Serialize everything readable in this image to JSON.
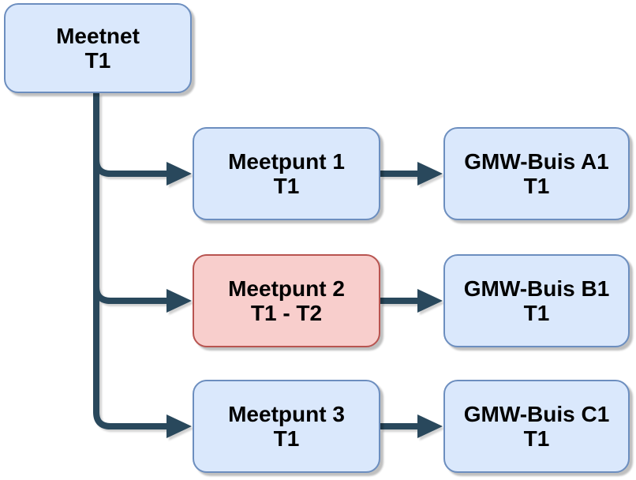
{
  "diagram": {
    "background": "#ffffff",
    "nodes": {
      "meetnet": {
        "line1": "Meetnet",
        "line2": "T1",
        "variant": "blue"
      },
      "meetpunt1": {
        "line1": "Meetpunt 1",
        "line2": "T1",
        "variant": "blue"
      },
      "meetpunt2": {
        "line1": "Meetpunt 2",
        "line2": "T1 - T2",
        "variant": "red"
      },
      "meetpunt3": {
        "line1": "Meetpunt 3",
        "line2": "T1",
        "variant": "blue"
      },
      "gmw_a1": {
        "line1": "GMW-Buis A1",
        "line2": "T1",
        "variant": "blue"
      },
      "gmw_b1": {
        "line1": "GMW-Buis B1",
        "line2": "T1",
        "variant": "blue"
      },
      "gmw_c1": {
        "line1": "GMW-Buis C1",
        "line2": "T1",
        "variant": "blue"
      }
    },
    "edges": [
      {
        "from": "meetnet",
        "to": "meetpunt1"
      },
      {
        "from": "meetnet",
        "to": "meetpunt2"
      },
      {
        "from": "meetnet",
        "to": "meetpunt3"
      },
      {
        "from": "meetpunt1",
        "to": "gmw_a1"
      },
      {
        "from": "meetpunt2",
        "to": "gmw_b1"
      },
      {
        "from": "meetpunt3",
        "to": "gmw_c1"
      }
    ],
    "colors": {
      "node_blue_fill": "#dae8fc",
      "node_blue_border": "#6c8ebf",
      "node_red_fill": "#f8cecc",
      "node_red_border": "#b85450",
      "connector": "#29485c",
      "text": "#000000"
    }
  }
}
